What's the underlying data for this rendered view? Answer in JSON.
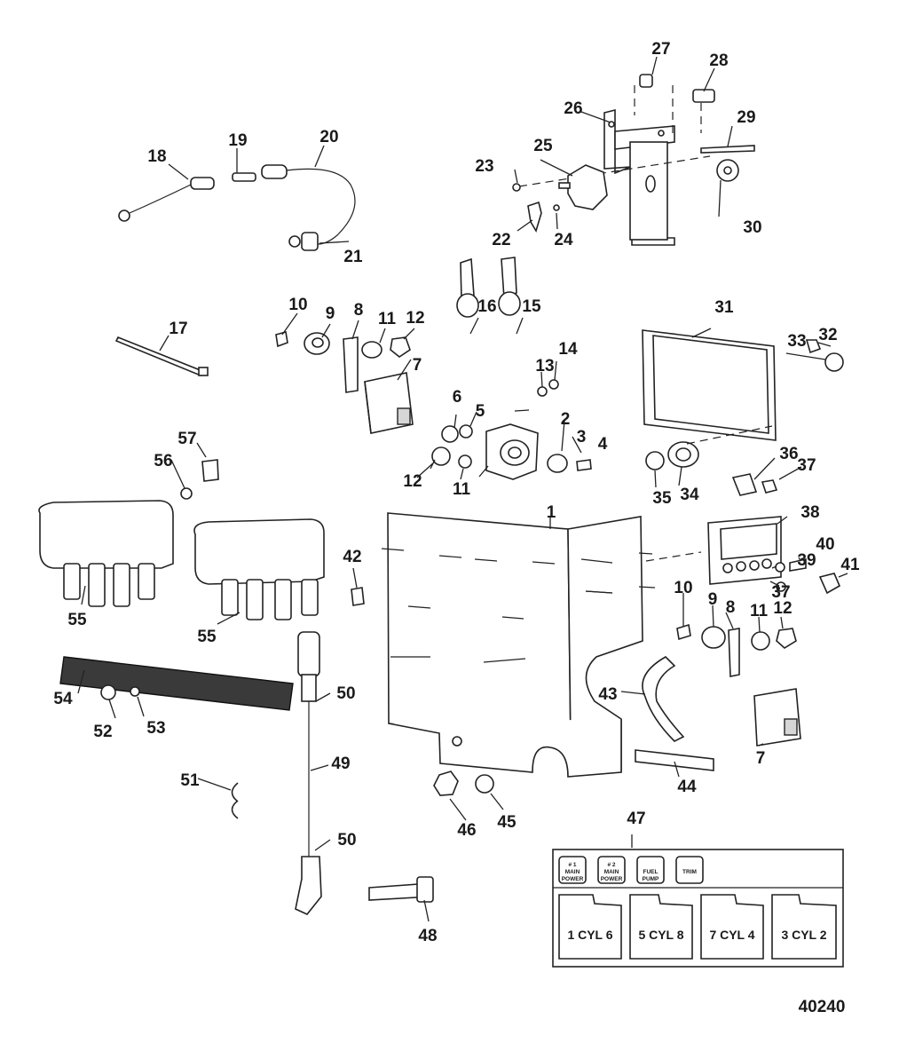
{
  "figure_number": "40240",
  "callouts": [
    {
      "id": "c1",
      "text": "1"
    },
    {
      "id": "c2",
      "text": "2"
    },
    {
      "id": "c3",
      "text": "3"
    },
    {
      "id": "c4",
      "text": "4"
    },
    {
      "id": "c5",
      "text": "5"
    },
    {
      "id": "c6",
      "text": "6"
    },
    {
      "id": "c7a",
      "text": "7"
    },
    {
      "id": "c7b",
      "text": "7"
    },
    {
      "id": "c8a",
      "text": "8"
    },
    {
      "id": "c8b",
      "text": "8"
    },
    {
      "id": "c9a",
      "text": "9"
    },
    {
      "id": "c9b",
      "text": "9"
    },
    {
      "id": "c10a",
      "text": "10"
    },
    {
      "id": "c10b",
      "text": "10"
    },
    {
      "id": "c11a",
      "text": "11"
    },
    {
      "id": "c11b",
      "text": "11"
    },
    {
      "id": "c11c",
      "text": "11"
    },
    {
      "id": "c12a",
      "text": "12"
    },
    {
      "id": "c12b",
      "text": "12"
    },
    {
      "id": "c12c",
      "text": "12"
    },
    {
      "id": "c13",
      "text": "13"
    },
    {
      "id": "c14",
      "text": "14"
    },
    {
      "id": "c15",
      "text": "15"
    },
    {
      "id": "c16",
      "text": "16"
    },
    {
      "id": "c17",
      "text": "17"
    },
    {
      "id": "c18",
      "text": "18"
    },
    {
      "id": "c19",
      "text": "19"
    },
    {
      "id": "c20",
      "text": "20"
    },
    {
      "id": "c21",
      "text": "21"
    },
    {
      "id": "c22",
      "text": "22"
    },
    {
      "id": "c23",
      "text": "23"
    },
    {
      "id": "c24",
      "text": "24"
    },
    {
      "id": "c25",
      "text": "25"
    },
    {
      "id": "c26",
      "text": "26"
    },
    {
      "id": "c27",
      "text": "27"
    },
    {
      "id": "c28",
      "text": "28"
    },
    {
      "id": "c29",
      "text": "29"
    },
    {
      "id": "c30",
      "text": "30"
    },
    {
      "id": "c31",
      "text": "31"
    },
    {
      "id": "c32",
      "text": "32"
    },
    {
      "id": "c33",
      "text": "33"
    },
    {
      "id": "c34",
      "text": "34"
    },
    {
      "id": "c35",
      "text": "35"
    },
    {
      "id": "c36",
      "text": "36"
    },
    {
      "id": "c37a",
      "text": "37"
    },
    {
      "id": "c37b",
      "text": "37"
    },
    {
      "id": "c38",
      "text": "38"
    },
    {
      "id": "c39",
      "text": "39"
    },
    {
      "id": "c40",
      "text": "40"
    },
    {
      "id": "c41",
      "text": "41"
    },
    {
      "id": "c42",
      "text": "42"
    },
    {
      "id": "c43",
      "text": "43"
    },
    {
      "id": "c44",
      "text": "44"
    },
    {
      "id": "c45",
      "text": "45"
    },
    {
      "id": "c46",
      "text": "46"
    },
    {
      "id": "c47",
      "text": "47"
    },
    {
      "id": "c48",
      "text": "48"
    },
    {
      "id": "c49",
      "text": "49"
    },
    {
      "id": "c50a",
      "text": "50"
    },
    {
      "id": "c50b",
      "text": "50"
    },
    {
      "id": "c51",
      "text": "51"
    },
    {
      "id": "c52",
      "text": "52"
    },
    {
      "id": "c53",
      "text": "53"
    },
    {
      "id": "c54",
      "text": "54"
    },
    {
      "id": "c55a",
      "text": "55"
    },
    {
      "id": "c55b",
      "text": "55"
    },
    {
      "id": "c56",
      "text": "56"
    },
    {
      "id": "c57",
      "text": "57"
    }
  ],
  "decal": {
    "fuses": [
      {
        "line1": "# 1",
        "line2": "MAIN",
        "line3": "POWER"
      },
      {
        "line1": "# 2",
        "line2": "MAIN",
        "line3": "POWER"
      },
      {
        "line1": "",
        "line2": "FUEL",
        "line3": "PUMP"
      },
      {
        "line1": "",
        "line2": "TRIM",
        "line3": ""
      }
    ],
    "coils": [
      "1 CYL 6",
      "5 CYL 8",
      "7 CYL 4",
      "3 CYL 2"
    ]
  }
}
